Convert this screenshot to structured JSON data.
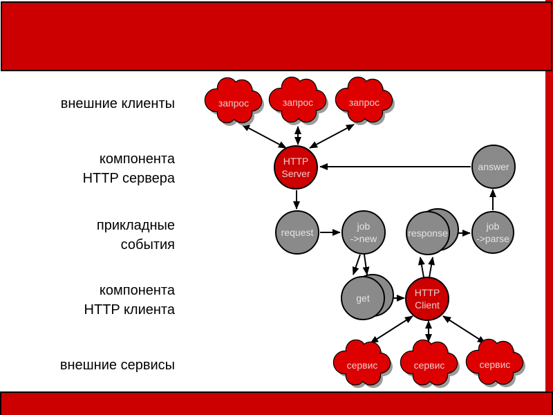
{
  "colors": {
    "accent_red": "#cc0000",
    "cloud_red": "#dd0000",
    "node_red": "#cc0000",
    "node_gray": "#8a8a8a",
    "shadow_gray": "#9c9c9c",
    "outline_black": "#000000",
    "label_black": "#000000",
    "background_white": "#ffffff"
  },
  "labels": {
    "external_clients": "внешние клиенты",
    "server_component_line1": "компонента",
    "server_component_line2": "HTTP сервера",
    "app_events_line1": "прикладные",
    "app_events_line2": "события",
    "client_component_line1": "компонента",
    "client_component_line2": "HTTP клиента",
    "external_services": "внешние сервисы"
  },
  "diagram": {
    "clouds_top": [
      {
        "label": "запрос"
      },
      {
        "label": "запрос"
      },
      {
        "label": "запрос"
      }
    ],
    "clouds_bottom": [
      {
        "label": "сервис"
      },
      {
        "label": "сервис"
      },
      {
        "label": "сервис"
      }
    ],
    "nodes": {
      "http_server": {
        "line1": "HTTP",
        "line2": "Server"
      },
      "answer": {
        "label": "answer"
      },
      "request": {
        "label": "request"
      },
      "job_new": {
        "line1": "job",
        "line2": "->new"
      },
      "response": {
        "label": "response"
      },
      "job_parse": {
        "line1": "job",
        "line2": "->parse"
      },
      "get": {
        "label": "get"
      },
      "http_client": {
        "line1": "HTTP",
        "line2": "Client"
      }
    }
  }
}
